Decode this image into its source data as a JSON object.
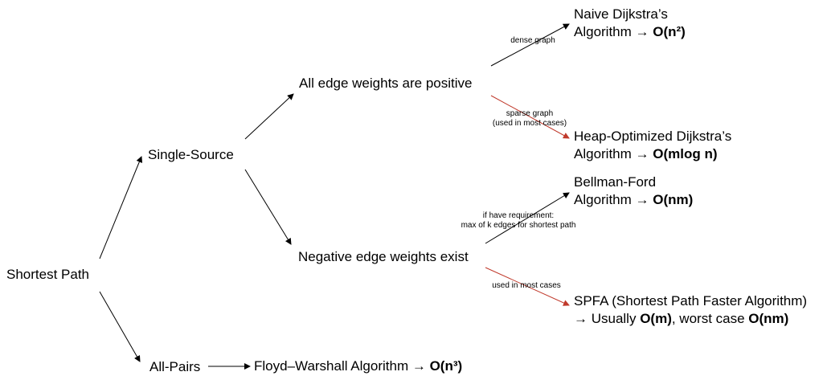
{
  "nodes": {
    "root": "Shortest Path",
    "single_source": "Single-Source",
    "all_pairs": "All-Pairs",
    "positive": "All edge weights are positive",
    "negative": "Negative edge weights exist",
    "naive_dijkstra": {
      "line1": "Naive Dijkstra’s",
      "line2_prefix": "Algorithm → ",
      "complexity": "O(n²)"
    },
    "heap_dijkstra": {
      "line1": "Heap-Optimized Dijkstra’s",
      "line2_prefix": "Algorithm → ",
      "complexity": "O(mlog n)"
    },
    "bellman_ford": {
      "line1": "Bellman-Ford",
      "line2_prefix": "Algorithm → ",
      "complexity": "O(nm)"
    },
    "spfa": {
      "line1": "SPFA (Shortest Path Faster Algorithm)",
      "line2_prefix": "→ Usually ",
      "usual": "O(m)",
      "line2_mid": ", worst case ",
      "worst": "O(nm)"
    },
    "floyd": {
      "prefix": "Floyd–Warshall Algorithm → ",
      "complexity": "O(n³)"
    }
  },
  "edge_labels": {
    "dense": "dense graph",
    "sparse_line1": "sparse graph",
    "sparse_line2": "(used in most cases)",
    "bf_line1": "if have requirement:",
    "bf_line2": "max of k edges for shortest path",
    "spfa": "used in most cases"
  },
  "colors": {
    "black_arrow": "#000000",
    "red_arrow": "#c0392b"
  }
}
